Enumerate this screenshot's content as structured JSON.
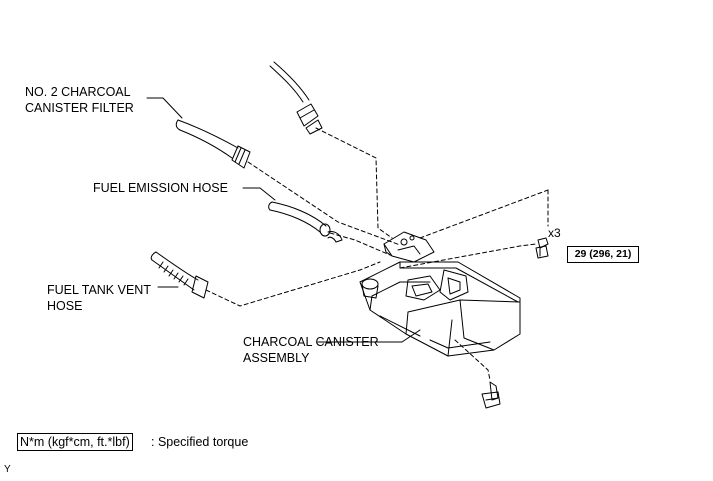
{
  "labels": {
    "no2_filter_line1": "NO. 2 CHARCOAL",
    "no2_filter_line2": "CANISTER FILTER",
    "fuel_emission_hose": "FUEL EMISSION HOSE",
    "fuel_tank_vent_line1": "FUEL TANK VENT",
    "fuel_tank_vent_line2": "HOSE",
    "canister_line1": "CHARCOAL CANISTER",
    "canister_line2": "ASSEMBLY"
  },
  "torque": "29 (296, 21)",
  "quantity": "x3",
  "legend": {
    "box": "N*m (kgf*cm, ft.*lbf)",
    "text": ": Specified torque"
  },
  "figure_code": "Y"
}
